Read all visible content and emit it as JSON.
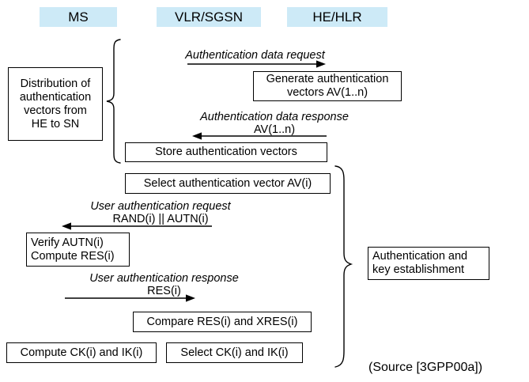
{
  "figure": {
    "title_columns": [
      {
        "label": "MS"
      },
      {
        "label": "VLR/SGSN"
      },
      {
        "label": "HE/HLR"
      }
    ],
    "source_caption": "(Source [3GPP00a])",
    "colors": {
      "header_fill": "#cdeaf7",
      "line": "#000000",
      "box_fill": "#ffffff"
    }
  },
  "phases": [
    {
      "name": "distribution-phase",
      "label_lines": [
        "Distribution of",
        "authentication",
        "vectors from",
        "HE to SN"
      ]
    },
    {
      "name": "authentication-phase",
      "label_lines": [
        "Authentication and",
        "key establishment"
      ]
    }
  ],
  "boxes": {
    "generate_av": {
      "lines": [
        "Generate authentication",
        "vectors AV(1..n)"
      ]
    },
    "store_av": {
      "lines": [
        "Store authentication vectors"
      ]
    },
    "select_av": {
      "lines": [
        "Select authentication vector AV(i)"
      ]
    },
    "verify_autn": {
      "lines": [
        "Verify AUTN(i)",
        "Compute RES(i)"
      ]
    },
    "compare_res": {
      "lines": [
        "Compare RES(i) and XRES(i)"
      ]
    },
    "compute_ck_ik": {
      "lines": [
        "Compute CK(i) and IK(i)"
      ]
    },
    "select_ck_ik": {
      "lines": [
        "Select CK(i) and IK(i)"
      ]
    }
  },
  "messages": {
    "auth_data_request": {
      "title": "Authentication data request",
      "payload": "",
      "direction": "right"
    },
    "auth_data_response": {
      "title": "Authentication data response",
      "payload": "AV(1..n)",
      "direction": "left"
    },
    "user_auth_request": {
      "title": "User authentication request",
      "payload": "RAND(i) || AUTN(i)",
      "direction": "left"
    },
    "user_auth_response": {
      "title": "User authentication response",
      "payload": "RES(i)",
      "direction": "right"
    }
  }
}
